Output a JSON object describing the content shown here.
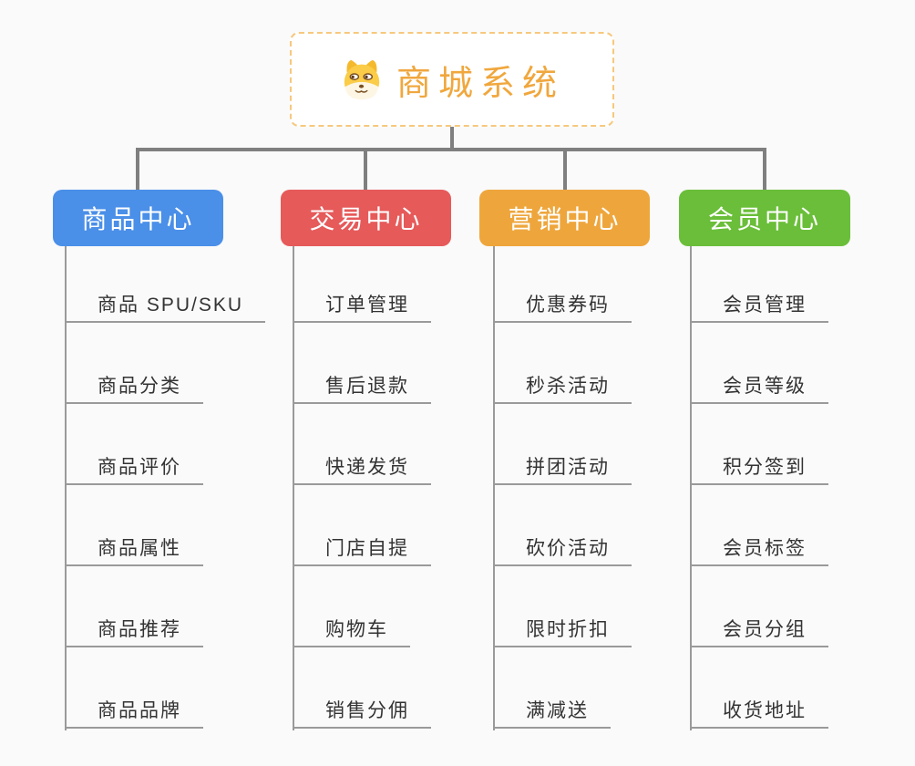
{
  "page": {
    "background_color": "#FAFAFA",
    "connector_color": "#7F7F7F",
    "leaf_line_color": "#9A9A9A"
  },
  "root": {
    "title": "商城系统",
    "icon": "dog-face-icon",
    "title_color": "#F0A73D",
    "border_color": "#F6C87D"
  },
  "branches": [
    {
      "label": "商品中心",
      "color": "#4A8FE8",
      "items": [
        "商品 SPU/SKU",
        "商品分类",
        "商品评价",
        "商品属性",
        "商品推荐",
        "商品品牌"
      ]
    },
    {
      "label": "交易中心",
      "color": "#E65A5A",
      "items": [
        "订单管理",
        "售后退款",
        "快递发货",
        "门店自提",
        "购物车",
        "销售分佣"
      ]
    },
    {
      "label": "营销中心",
      "color": "#EEA63C",
      "items": [
        "优惠券码",
        "秒杀活动",
        "拼团活动",
        "砍价活动",
        "限时折扣",
        "满减送"
      ]
    },
    {
      "label": "会员中心",
      "color": "#6ABE39",
      "items": [
        "会员管理",
        "会员等级",
        "积分签到",
        "会员标签",
        "会员分组",
        "收货地址"
      ]
    }
  ]
}
